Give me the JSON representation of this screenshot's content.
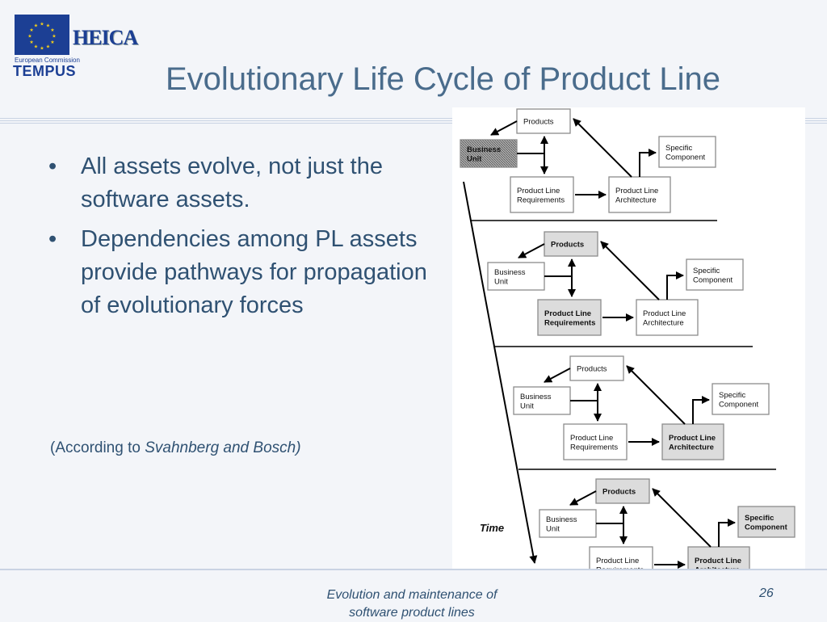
{
  "branding": {
    "logo_text": "HEICA",
    "commission_text": "European Commission",
    "program_text": "TEMPUS"
  },
  "title": "Evolutionary Life Cycle of Product Line",
  "bullets": [
    "All assets evolve, not just the software assets.",
    "Dependencies among PL assets provide pathways for propagation of evolutionary forces"
  ],
  "citation": {
    "prefix": "(According to ",
    "italic": "Svahnberg and Bosch)"
  },
  "diagram": {
    "time_label": "Time",
    "stages": [
      {
        "highlighted": "business_unit",
        "products": "Products",
        "business_unit": [
          "Business",
          "Unit"
        ],
        "requirements": [
          "Product Line",
          "Requirements"
        ],
        "architecture": [
          "Product Line",
          "Architecture"
        ],
        "component": [
          "Specific",
          "Component"
        ]
      },
      {
        "highlighted": "products_requirements",
        "products": "Products",
        "business_unit": [
          "Business",
          "Unit"
        ],
        "requirements": [
          "Product Line",
          "Requirements"
        ],
        "architecture": [
          "Product Line",
          "Architecture"
        ],
        "component": [
          "Specific",
          "Component"
        ]
      },
      {
        "highlighted": "architecture",
        "products": "Products",
        "business_unit": [
          "Business",
          "Unit"
        ],
        "requirements": [
          "Product Line",
          "Requirements"
        ],
        "architecture": [
          "Product Line",
          "Architecture"
        ],
        "component": [
          "Specific",
          "Component"
        ]
      },
      {
        "highlighted": "products_architecture_component",
        "products": "Products",
        "business_unit": [
          "Business",
          "Unit"
        ],
        "requirements": [
          "Product Line",
          "Requirements"
        ],
        "architecture": [
          "Product Line",
          "Architecture"
        ],
        "component": [
          "Specific",
          "Component"
        ]
      }
    ]
  },
  "footer": {
    "line1": "Evolution and maintenance of",
    "line2": "software product lines",
    "page_number": "26"
  }
}
